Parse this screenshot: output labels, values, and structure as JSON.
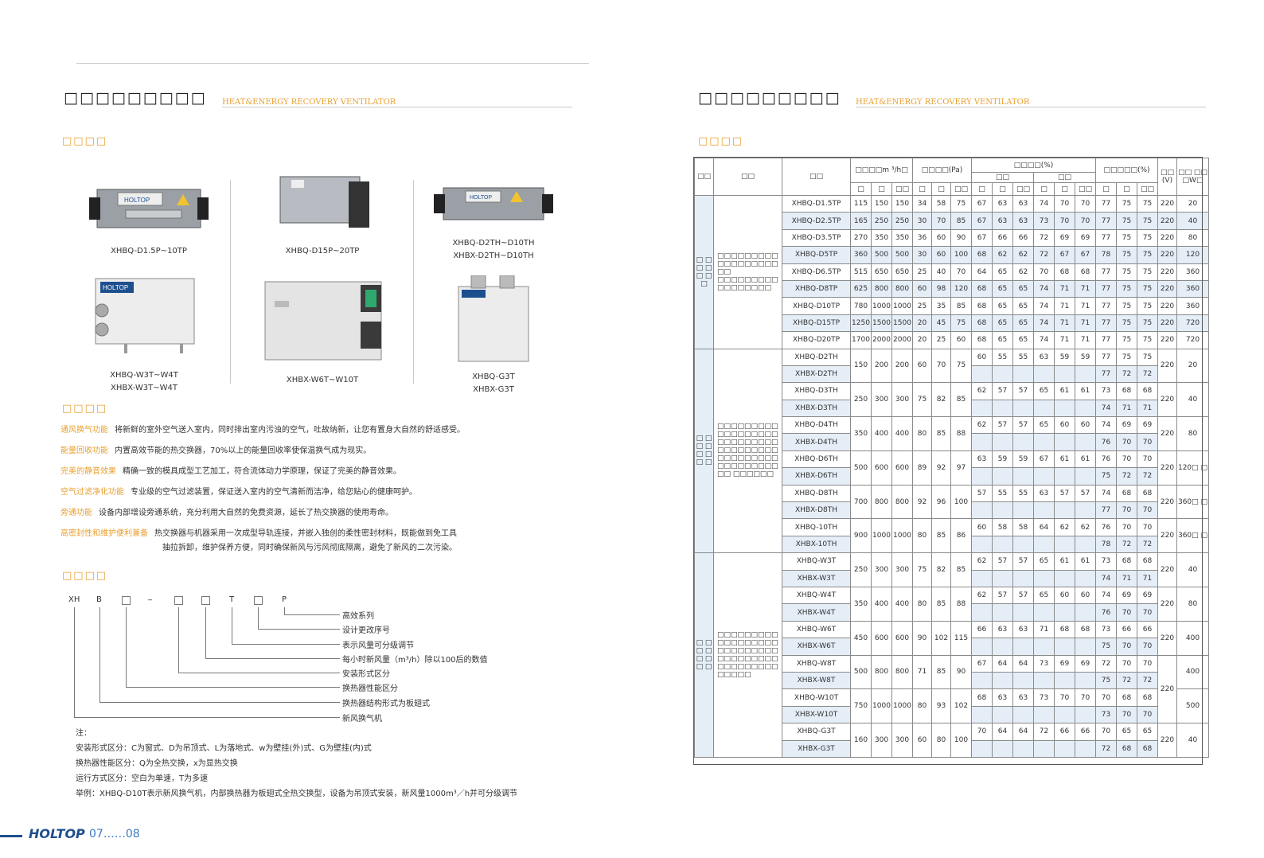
{
  "left": {
    "title": "□□□□□□□□□",
    "subtitle": "HEAT&ENERGY RECOVERY VENTILATOR",
    "section_products": "□□□□",
    "section_features": "□□□□",
    "section_naming": "□□□□",
    "products": [
      {
        "line1": "XHBQ-D1.5P~10TP",
        "line2": ""
      },
      {
        "line1": "XHBQ-D15P~20TP",
        "line2": ""
      },
      {
        "line1": "XHBQ-D2TH~D10TH",
        "line2": "XHBX-D2TH~D10TH"
      },
      {
        "line1": "XHBQ-W3T~W4T",
        "line2": "XHBX-W3T~W4T"
      },
      {
        "line1": "XHBX-W6T~W10T",
        "line2": ""
      },
      {
        "line1": "XHBQ-G3T",
        "line2": "XHBX-G3T"
      }
    ],
    "brand_on_unit": "HOLTOP",
    "features": [
      {
        "label": "通风换气功能",
        "text": "将新鲜的室外空气送入室内，同时排出室内污浊的空气，吐故纳新，让您有置身大自然的舒适感受。"
      },
      {
        "label": "能量回收功能",
        "text": "内置高效节能的热交换器，70%以上的能量回收率使保温换气成为现实。"
      },
      {
        "label": "完美的静音效果",
        "text": "精确一致的模具成型工艺加工，符合流体动力学原理，保证了完美的静音效果。"
      },
      {
        "label": "空气过滤净化功能",
        "text": "专业级的空气过滤装置，保证送入室内的空气清新而洁净，给您贴心的健康呵护。"
      },
      {
        "label": "旁通功能",
        "text": "设备内部增设旁通系统，充分利用大自然的免费资源，延长了热交换器的使用寿命。"
      },
      {
        "label": "高密封性和维护便利兼备",
        "text": "热交换器与机器采用一次成型导轨连接，并嵌入独创的柔性密封材料，既能做到免工具",
        "text2": "抽拉拆卸，维护保养方便，同时确保新风与污风彻底隔离，避免了新风的二次污染。"
      }
    ],
    "code": {
      "xh": "XH",
      "b": "B",
      "dash": "_",
      "t": "T",
      "p": "P",
      "labels": [
        "高效系列",
        "设计更改序号",
        "表示风量可分级调节",
        "每小时新风量（m³/h）除以100后的数值",
        "安装形式区分",
        "换热器性能区分",
        "换热器结构形式为板翅式",
        "新风换气机"
      ]
    },
    "notes": [
      "注：",
      "安装形式区分：C为窗式、D为吊顶式、L为落地式、w为壁挂(外)式、G为壁挂(内)式",
      "换热器性能区分：Q为全热交换，x为显热交换",
      "运行方式区分：空白为单速，T为多速",
      "举例：XHBQ-D10T表示新风换气机，内部换热器为板翅式全热交换型，设备为吊顶式安装，新风量1000m³／h并可分级调节"
    ],
    "footer_logo": "HOLTOP",
    "footer_pages": "07……08"
  },
  "right": {
    "title": "□□□□□□□□□",
    "subtitle": "HEAT&ENERGY RECOVERY VENTILATOR",
    "section_params": "□□□□",
    "table": {
      "h_series": "□□",
      "h_desc": "□□",
      "h_model": "□□",
      "h_airflow": "□□□□m ³/h□",
      "h_pressure": "□□□□(Pa)",
      "h_eff": "□□□□(%)",
      "h_eff_a": "□□",
      "h_eff_b": "□□",
      "h_temp": "□□□□□(%)",
      "h_volt": "□□ (V)",
      "h_power": "□□ □□ □W□",
      "h_sub": [
        "□",
        "□",
        "□□",
        "□",
        "□",
        "□□",
        "□",
        "□",
        "□□",
        "□",
        "□",
        "□□",
        "□",
        "□",
        "□□"
      ],
      "groups": [
        {
          "series": "□ □ □ □ □ □ □",
          "desc": "□□□□□□□□□ □□□□□□□□□ □□ □□□□□□□□□ □□□□□□□□",
          "rows": [
            {
              "model": "XHBQ-D1.5TP",
              "a": [
                "115",
                "150",
                "150"
              ],
              "p": [
                "34",
                "58",
                "75"
              ],
              "e1": [
                "67",
                "63",
                "63"
              ],
              "e2": [
                "74",
                "70",
                "70"
              ],
              "t": [
                "77",
                "75",
                "75"
              ],
              "v": "220",
              "w": "20"
            },
            {
              "model": "XHBQ-D2.5TP",
              "a": [
                "165",
                "250",
                "250"
              ],
              "p": [
                "30",
                "70",
                "85"
              ],
              "e1": [
                "67",
                "63",
                "63"
              ],
              "e2": [
                "73",
                "70",
                "70"
              ],
              "t": [
                "77",
                "75",
                "75"
              ],
              "v": "220",
              "w": "40"
            },
            {
              "model": "XHBQ-D3.5TP",
              "a": [
                "270",
                "350",
                "350"
              ],
              "p": [
                "36",
                "60",
                "90"
              ],
              "e1": [
                "67",
                "66",
                "66"
              ],
              "e2": [
                "72",
                "69",
                "69"
              ],
              "t": [
                "77",
                "75",
                "75"
              ],
              "v": "220",
              "w": "80"
            },
            {
              "model": "XHBQ-D5TP",
              "a": [
                "360",
                "500",
                "500"
              ],
              "p": [
                "30",
                "60",
                "100"
              ],
              "e1": [
                "68",
                "62",
                "62"
              ],
              "e2": [
                "72",
                "67",
                "67"
              ],
              "t": [
                "78",
                "75",
                "75"
              ],
              "v": "220",
              "w": "120"
            },
            {
              "model": "XHBQ-D6.5TP",
              "a": [
                "515",
                "650",
                "650"
              ],
              "p": [
                "25",
                "40",
                "70"
              ],
              "e1": [
                "64",
                "65",
                "62"
              ],
              "e2": [
                "70",
                "68",
                "68"
              ],
              "t": [
                "77",
                "75",
                "75"
              ],
              "v": "220",
              "w": "360"
            },
            {
              "model": "XHBQ-D8TP",
              "a": [
                "625",
                "800",
                "800"
              ],
              "p": [
                "60",
                "98",
                "120"
              ],
              "e1": [
                "68",
                "65",
                "65"
              ],
              "e2": [
                "74",
                "71",
                "71"
              ],
              "t": [
                "77",
                "75",
                "75"
              ],
              "v": "220",
              "w": "360"
            },
            {
              "model": "XHBQ-D10TP",
              "a": [
                "780",
                "1000",
                "1000"
              ],
              "p": [
                "25",
                "35",
                "85"
              ],
              "e1": [
                "68",
                "65",
                "65"
              ],
              "e2": [
                "74",
                "71",
                "71"
              ],
              "t": [
                "77",
                "75",
                "75"
              ],
              "v": "220",
              "w": "360"
            },
            {
              "model": "XHBQ-D15TP",
              "a": [
                "1250",
                "1500",
                "1500"
              ],
              "p": [
                "20",
                "45",
                "75"
              ],
              "e1": [
                "68",
                "65",
                "65"
              ],
              "e2": [
                "74",
                "71",
                "71"
              ],
              "t": [
                "77",
                "75",
                "75"
              ],
              "v": "220",
              "w": "720"
            },
            {
              "model": "XHBQ-D20TP",
              "a": [
                "1700",
                "2000",
                "2000"
              ],
              "p": [
                "20",
                "25",
                "60"
              ],
              "e1": [
                "68",
                "65",
                "65"
              ],
              "e2": [
                "74",
                "71",
                "71"
              ],
              "t": [
                "77",
                "75",
                "75"
              ],
              "v": "220",
              "w": "720"
            }
          ]
        },
        {
          "series": "□ □ □ □ □ □ □ □",
          "desc": "□□□□□□□□□ □□□□□□□□□ □□□□□□□□□ □□□□□□□□□ □□□□□□□□□ □□□□□□□□□ □□ □□□□□□",
          "pairs": [
            {
              "q": "XHBQ-D2TH",
              "x": "XHBX-D2TH",
              "a": [
                "150",
                "200",
                "200"
              ],
              "p": [
                "60",
                "70",
                "75"
              ],
              "e": [
                "60",
                "55",
                "55",
                "63",
                "59",
                "59"
              ],
              "tq": [
                "77",
                "75",
                "75"
              ],
              "tx": [
                "77",
                "72",
                "72"
              ],
              "v": "220",
              "w": "20"
            },
            {
              "q": "XHBQ-D3TH",
              "x": "XHBX-D3TH",
              "a": [
                "250",
                "300",
                "300"
              ],
              "p": [
                "75",
                "82",
                "85"
              ],
              "e": [
                "62",
                "57",
                "57",
                "65",
                "61",
                "61"
              ],
              "tq": [
                "73",
                "68",
                "68"
              ],
              "tx": [
                "74",
                "71",
                "71"
              ],
              "v": "220",
              "w": "40"
            },
            {
              "q": "XHBQ-D4TH",
              "x": "XHBX-D4TH",
              "a": [
                "350",
                "400",
                "400"
              ],
              "p": [
                "80",
                "85",
                "88"
              ],
              "e": [
                "62",
                "57",
                "57",
                "65",
                "60",
                "60"
              ],
              "tq": [
                "74",
                "69",
                "69"
              ],
              "tx": [
                "76",
                "70",
                "70"
              ],
              "v": "220",
              "w": "80"
            },
            {
              "q": "XHBQ-D6TH",
              "x": "XHBX-D6TH",
              "a": [
                "500",
                "600",
                "600"
              ],
              "p": [
                "89",
                "92",
                "97"
              ],
              "e": [
                "63",
                "59",
                "59",
                "67",
                "61",
                "61"
              ],
              "tq": [
                "76",
                "70",
                "70"
              ],
              "tx": [
                "75",
                "72",
                "72"
              ],
              "v": "220",
              "w": "120□ □"
            },
            {
              "q": "XHBQ-D8TH",
              "x": "XHBX-D8TH",
              "a": [
                "700",
                "800",
                "800"
              ],
              "p": [
                "92",
                "96",
                "100"
              ],
              "e": [
                "57",
                "55",
                "55",
                "63",
                "57",
                "57"
              ],
              "tq": [
                "74",
                "68",
                "68"
              ],
              "tx": [
                "77",
                "70",
                "70"
              ],
              "v": "220",
              "w": "360□ □"
            },
            {
              "q": "XHBQ-10TH",
              "x": "XHBX-10TH",
              "a": [
                "900",
                "1000",
                "1000"
              ],
              "p": [
                "80",
                "85",
                "86"
              ],
              "e": [
                "60",
                "58",
                "58",
                "64",
                "62",
                "62"
              ],
              "tq": [
                "76",
                "70",
                "70"
              ],
              "tx": [
                "78",
                "72",
                "72"
              ],
              "v": "220",
              "w": "360□ □"
            }
          ]
        },
        {
          "series": "□ □ □ □ □ □ □ □",
          "desc": "□□□□□□□□□ □□□□□□□□□ □□□□□□□□□ □□□□□□□□□ □□□□□□□□□ □□□□□",
          "pairs": [
            {
              "q": "XHBQ-W3T",
              "x": "XHBX-W3T",
              "a": [
                "250",
                "300",
                "300"
              ],
              "p": [
                "75",
                "82",
                "85"
              ],
              "e": [
                "62",
                "57",
                "57",
                "65",
                "61",
                "61"
              ],
              "tq": [
                "73",
                "68",
                "68"
              ],
              "tx": [
                "74",
                "71",
                "71"
              ],
              "v": "220",
              "w": "40"
            },
            {
              "q": "XHBQ-W4T",
              "x": "XHBX-W4T",
              "a": [
                "350",
                "400",
                "400"
              ],
              "p": [
                "80",
                "85",
                "88"
              ],
              "e": [
                "62",
                "57",
                "57",
                "65",
                "60",
                "60"
              ],
              "tq": [
                "74",
                "69",
                "69"
              ],
              "tx": [
                "76",
                "70",
                "70"
              ],
              "v": "220",
              "w": "80"
            },
            {
              "q": "XHBQ-W6T",
              "x": "XHBX-W6T",
              "a": [
                "450",
                "600",
                "600"
              ],
              "p": [
                "90",
                "102",
                "115"
              ],
              "e": [
                "66",
                "63",
                "63",
                "71",
                "68",
                "68"
              ],
              "tq": [
                "73",
                "66",
                "66"
              ],
              "tx": [
                "75",
                "70",
                "70"
              ],
              "v": "220",
              "w": "400"
            },
            {
              "q": "XHBQ-W8T",
              "x": "XHBX-W8T",
              "a": [
                "500",
                "800",
                "800"
              ],
              "p": [
                "71",
                "85",
                "90"
              ],
              "e": [
                "67",
                "64",
                "64",
                "73",
                "69",
                "69"
              ],
              "tq": [
                "72",
                "70",
                "70"
              ],
              "tx": [
                "75",
                "72",
                "72"
              ],
              "v": "",
              "w": "400"
            },
            {
              "q": "XHBQ-W10T",
              "x": "XHBX-W10T",
              "a": [
                "750",
                "1000",
                "1000"
              ],
              "p": [
                "80",
                "93",
                "102"
              ],
              "e": [
                "68",
                "63",
                "63",
                "73",
                "70",
                "70"
              ],
              "tq": [
                "70",
                "68",
                "68"
              ],
              "tx": [
                "73",
                "70",
                "70"
              ],
              "v": "",
              "w": "500"
            },
            {
              "q": "XHBQ-G3T",
              "x": "XHBX-G3T",
              "a": [
                "160",
                "300",
                "300"
              ],
              "p": [
                "60",
                "80",
                "100"
              ],
              "e": [
                "70",
                "64",
                "64",
                "72",
                "66",
                "66"
              ],
              "tq": [
                "70",
                "65",
                "65"
              ],
              "tx": [
                "72",
                "68",
                "68"
              ],
              "v": "220",
              "w": "40"
            }
          ],
          "shared_volt_w8_w10": "220"
        }
      ]
    }
  }
}
